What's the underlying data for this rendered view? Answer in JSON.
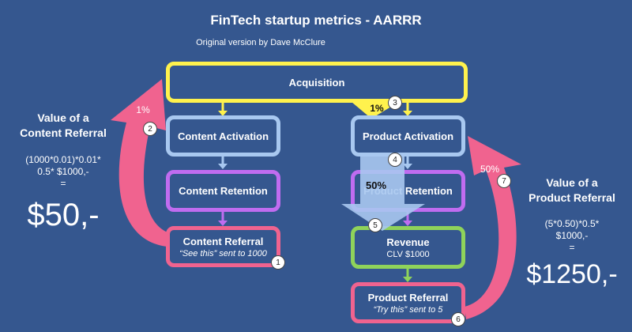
{
  "title": "FinTech startup metrics - AARRR",
  "subtitle": "Original version by Dave McClure",
  "stages": {
    "acquisition": "Acquisition",
    "content_activation": "Content Activation",
    "content_retention": "Content Retention",
    "content_referral": "Content Referral",
    "content_referral_note": "“See this” sent to 1000",
    "product_activation": "Product Activation",
    "product_retention": "Product Retention",
    "revenue": "Revenue",
    "revenue_note": "CLV $1000",
    "product_referral": "Product Referral",
    "product_referral_note": "“Try this” sent to  5"
  },
  "rates": {
    "content_referral": "1%",
    "acquisition_to_product": "1%",
    "product_to_revenue": "50%",
    "product_referral": "50%"
  },
  "steps": [
    "1",
    "2",
    "3",
    "4",
    "5",
    "6",
    "7"
  ],
  "left_panel": {
    "heading_line1": "Value of a",
    "heading_line2": "Content  Referral",
    "formula_line1": "(1000*0.01)*0.01*",
    "formula_line2": "0.5* $1000,-",
    "equals": "=",
    "result": "$50,-"
  },
  "right_panel": {
    "heading_line1": "Value of a",
    "heading_line2": "Product Referral",
    "formula_line1": "(5*0.50)*0.5*",
    "formula_line2": "$1000,-",
    "equals": "=",
    "result": "$1250,-"
  },
  "colors": {
    "background": "#35578f",
    "acquisition": "#fff24d",
    "activation": "#a8c8f0",
    "retention": "#c06cf0",
    "referral": "#f0638f",
    "revenue": "#8fd35a",
    "big_arrow": "#a8c8f0"
  }
}
